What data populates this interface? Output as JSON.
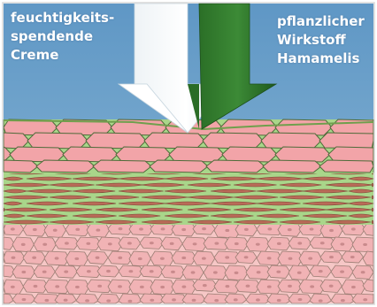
{
  "labels": {
    "left": [
      "feuchtigkeits-",
      "spendende",
      "Creme"
    ],
    "right": [
      "pflanzlicher",
      "Wirkstoff",
      "Hamamelis"
    ]
  },
  "colors": {
    "sky": "#6a9fc8",
    "cream_arrow": "#ffffff",
    "herbal_arrow": "#2f7a2c",
    "stratum_corneum_cell": "#f2a4a8",
    "cell_outline": "#4f6b3a",
    "lipid_matrix": "#a9d68a",
    "stratum_granulosum": "#b96b58",
    "basal_cell": "#f1b3b5"
  },
  "icons": {
    "left_arrow": "white-down-arrow-icon",
    "right_arrow": "green-down-arrow-icon"
  }
}
